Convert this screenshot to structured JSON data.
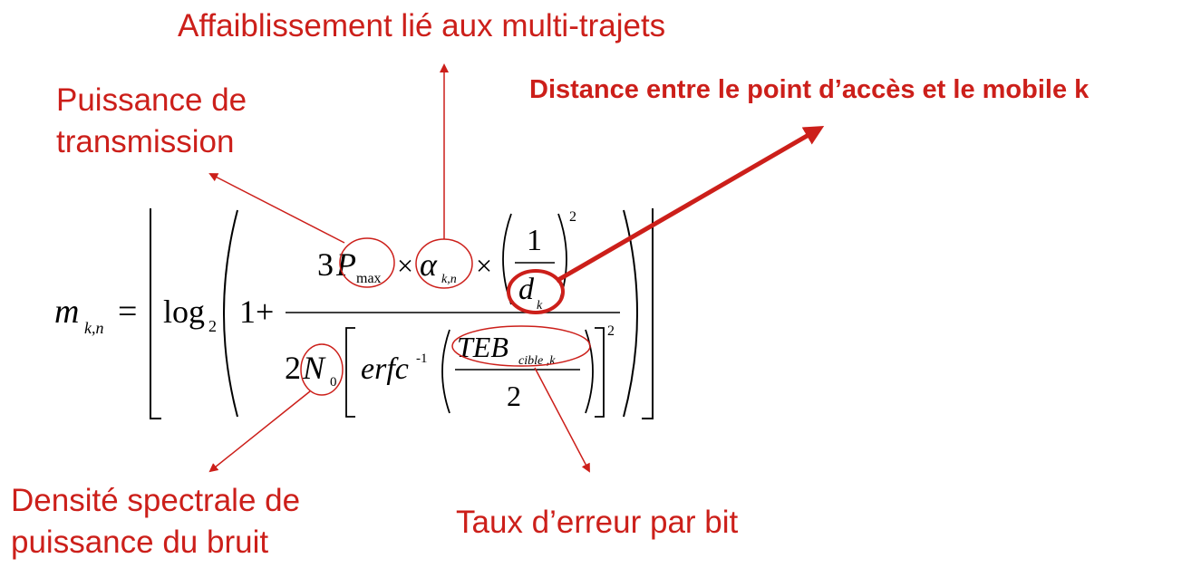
{
  "annotations": {
    "multipath": "Affaiblissement lié aux multi-trajets",
    "power_line1": "Puissance de",
    "power_line2": "transmission",
    "distance": "Distance entre le point d’accès et le mobile k",
    "noise_line1": "Densité spectrale de",
    "noise_line2": "puissance du bruit",
    "ber": "Taux d’erreur par bit"
  },
  "formula": {
    "lhs_var": "m",
    "lhs_sub": "k,n",
    "equals": "=",
    "log": "log",
    "log_base": "2",
    "one_plus": "1+",
    "coef_num": "3",
    "p_var": "P",
    "p_sub": "max",
    "times": "×",
    "alpha": "α",
    "alpha_sub": "k,n",
    "one": "1",
    "d_var": "d",
    "d_sub": "k",
    "square": "2",
    "coef_den": "2",
    "n_var": "N",
    "n_sub": "0",
    "erfc": "erfc",
    "inv": "-1",
    "teb": "TEB",
    "teb_sub": "cible ,k",
    "two": "2"
  },
  "colors": {
    "accent": "#cc1f1a",
    "text": "#000000"
  }
}
